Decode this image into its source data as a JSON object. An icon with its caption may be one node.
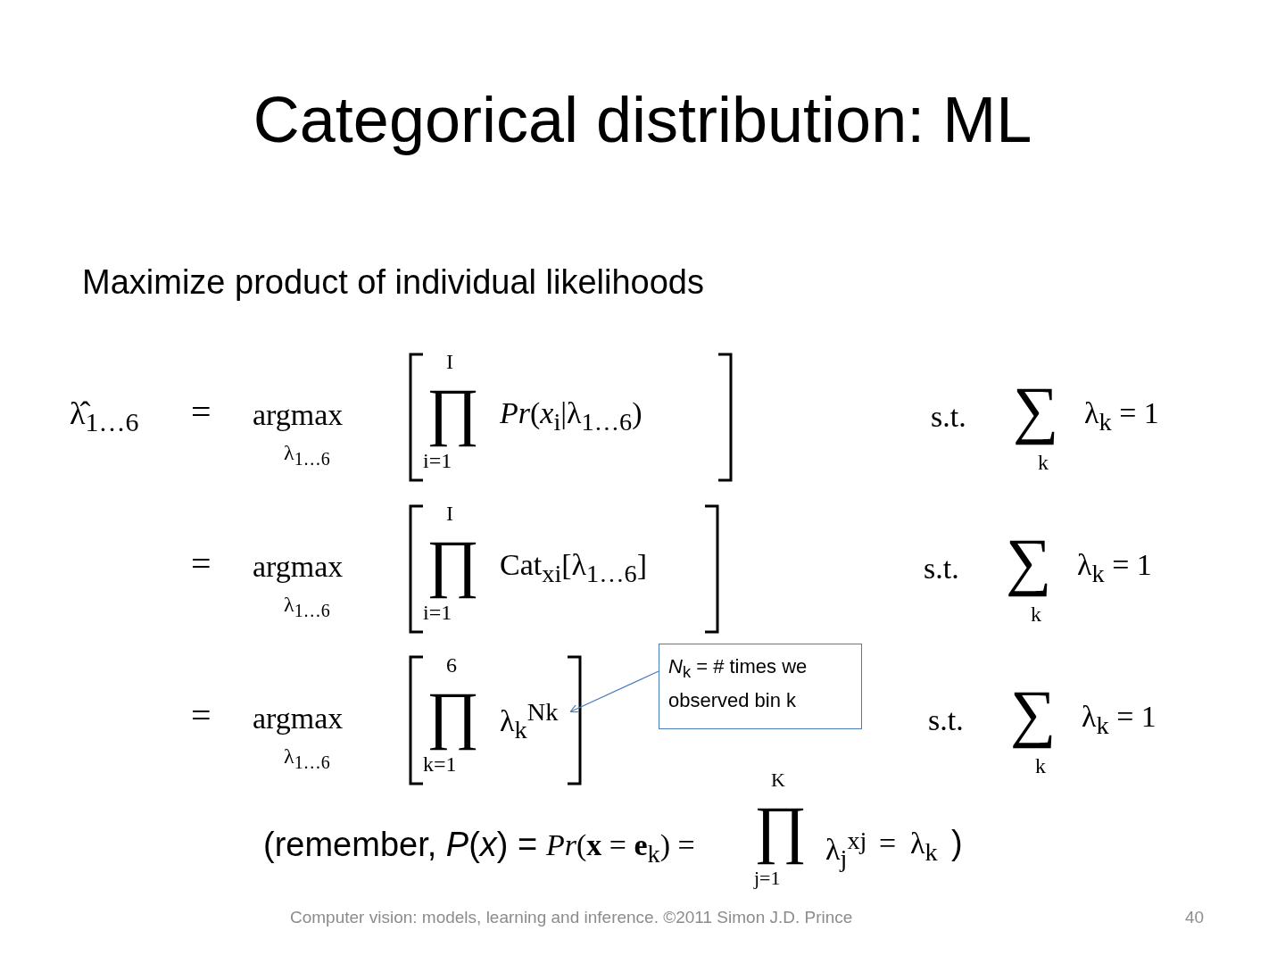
{
  "diagram": {
    "title": "Categorical distribution: ML",
    "nodes": [
      {
        "text": [
          "*N*$_{k}$ = # times we observed bin k"
        ]
      },
      {
        "text": [
          "λ$_{k}$$^{Nk}$"
        ]
      }
    ],
    "edges": [
      {
        "from": 0,
        "to": 1,
        "arrow": "to"
      }
    ],
    "labels": [
      "Maximize product of individual likelihoods",
      "λ̂$_{1…6}$",
      "=",
      "argmax",
      "λ$_{1…6}$",
      "I",
      "∏",
      "i=1",
      "*Pr*(*x*$_{i}$|λ$_{1…6}$)",
      "s.t.",
      "∑",
      "k",
      "λ$_{k}$ = 1",
      "=",
      "argmax",
      "λ$_{1…6}$",
      "I",
      "∏",
      "i=1",
      "Cat$_{xi}$[λ$_{1…6}$]",
      "s.t.",
      "∑",
      "k",
      "λ$_{k}$ = 1",
      "=",
      "argmax",
      "λ$_{1…6}$",
      "6",
      "∏",
      "k=1",
      "s.t.",
      "∑",
      "k",
      "λ$_{k}$ = 1",
      "(remember, *P*(*x*) =",
      "*Pr*(**x** = **e**$_{k}$) =",
      "K",
      "∏",
      "j=1",
      "λ$_{j}$$^{xj}$",
      "=",
      "λ$_{k}$",
      ")",
      "Computer vision: models, learning and inference.  ©2011 Simon J.D. Prince",
      "40"
    ]
  }
}
